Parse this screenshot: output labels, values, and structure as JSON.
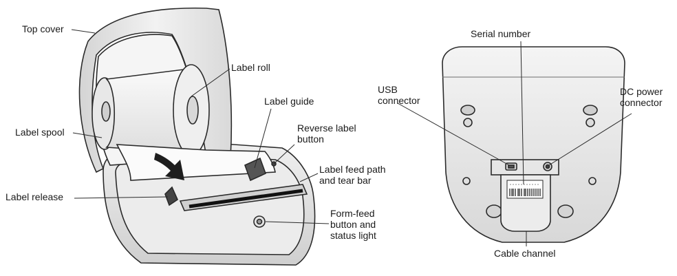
{
  "labels": {
    "top_cover": "Top cover",
    "label_roll": "Label roll",
    "label_guide": "Label guide",
    "label_spool": "Label spool",
    "reverse_label_button": [
      "Reverse label",
      "button"
    ],
    "label_feed_path": [
      "Label feed path",
      "and tear bar"
    ],
    "label_release": "Label release",
    "form_feed_button": [
      "Form-feed",
      "button and",
      "status light"
    ],
    "serial_number": "Serial number",
    "usb_connector": [
      "USB",
      "connector"
    ],
    "dc_power_connector": [
      "DC power",
      "connector"
    ],
    "cable_channel": "Cable channel"
  },
  "colors": {
    "outline": "#2a2a2a",
    "shade_light": "#e6e6e6",
    "shade_mid": "#cfcfcf",
    "shade_dark": "#9a9a9a",
    "arrow": "#1e1e1e"
  }
}
